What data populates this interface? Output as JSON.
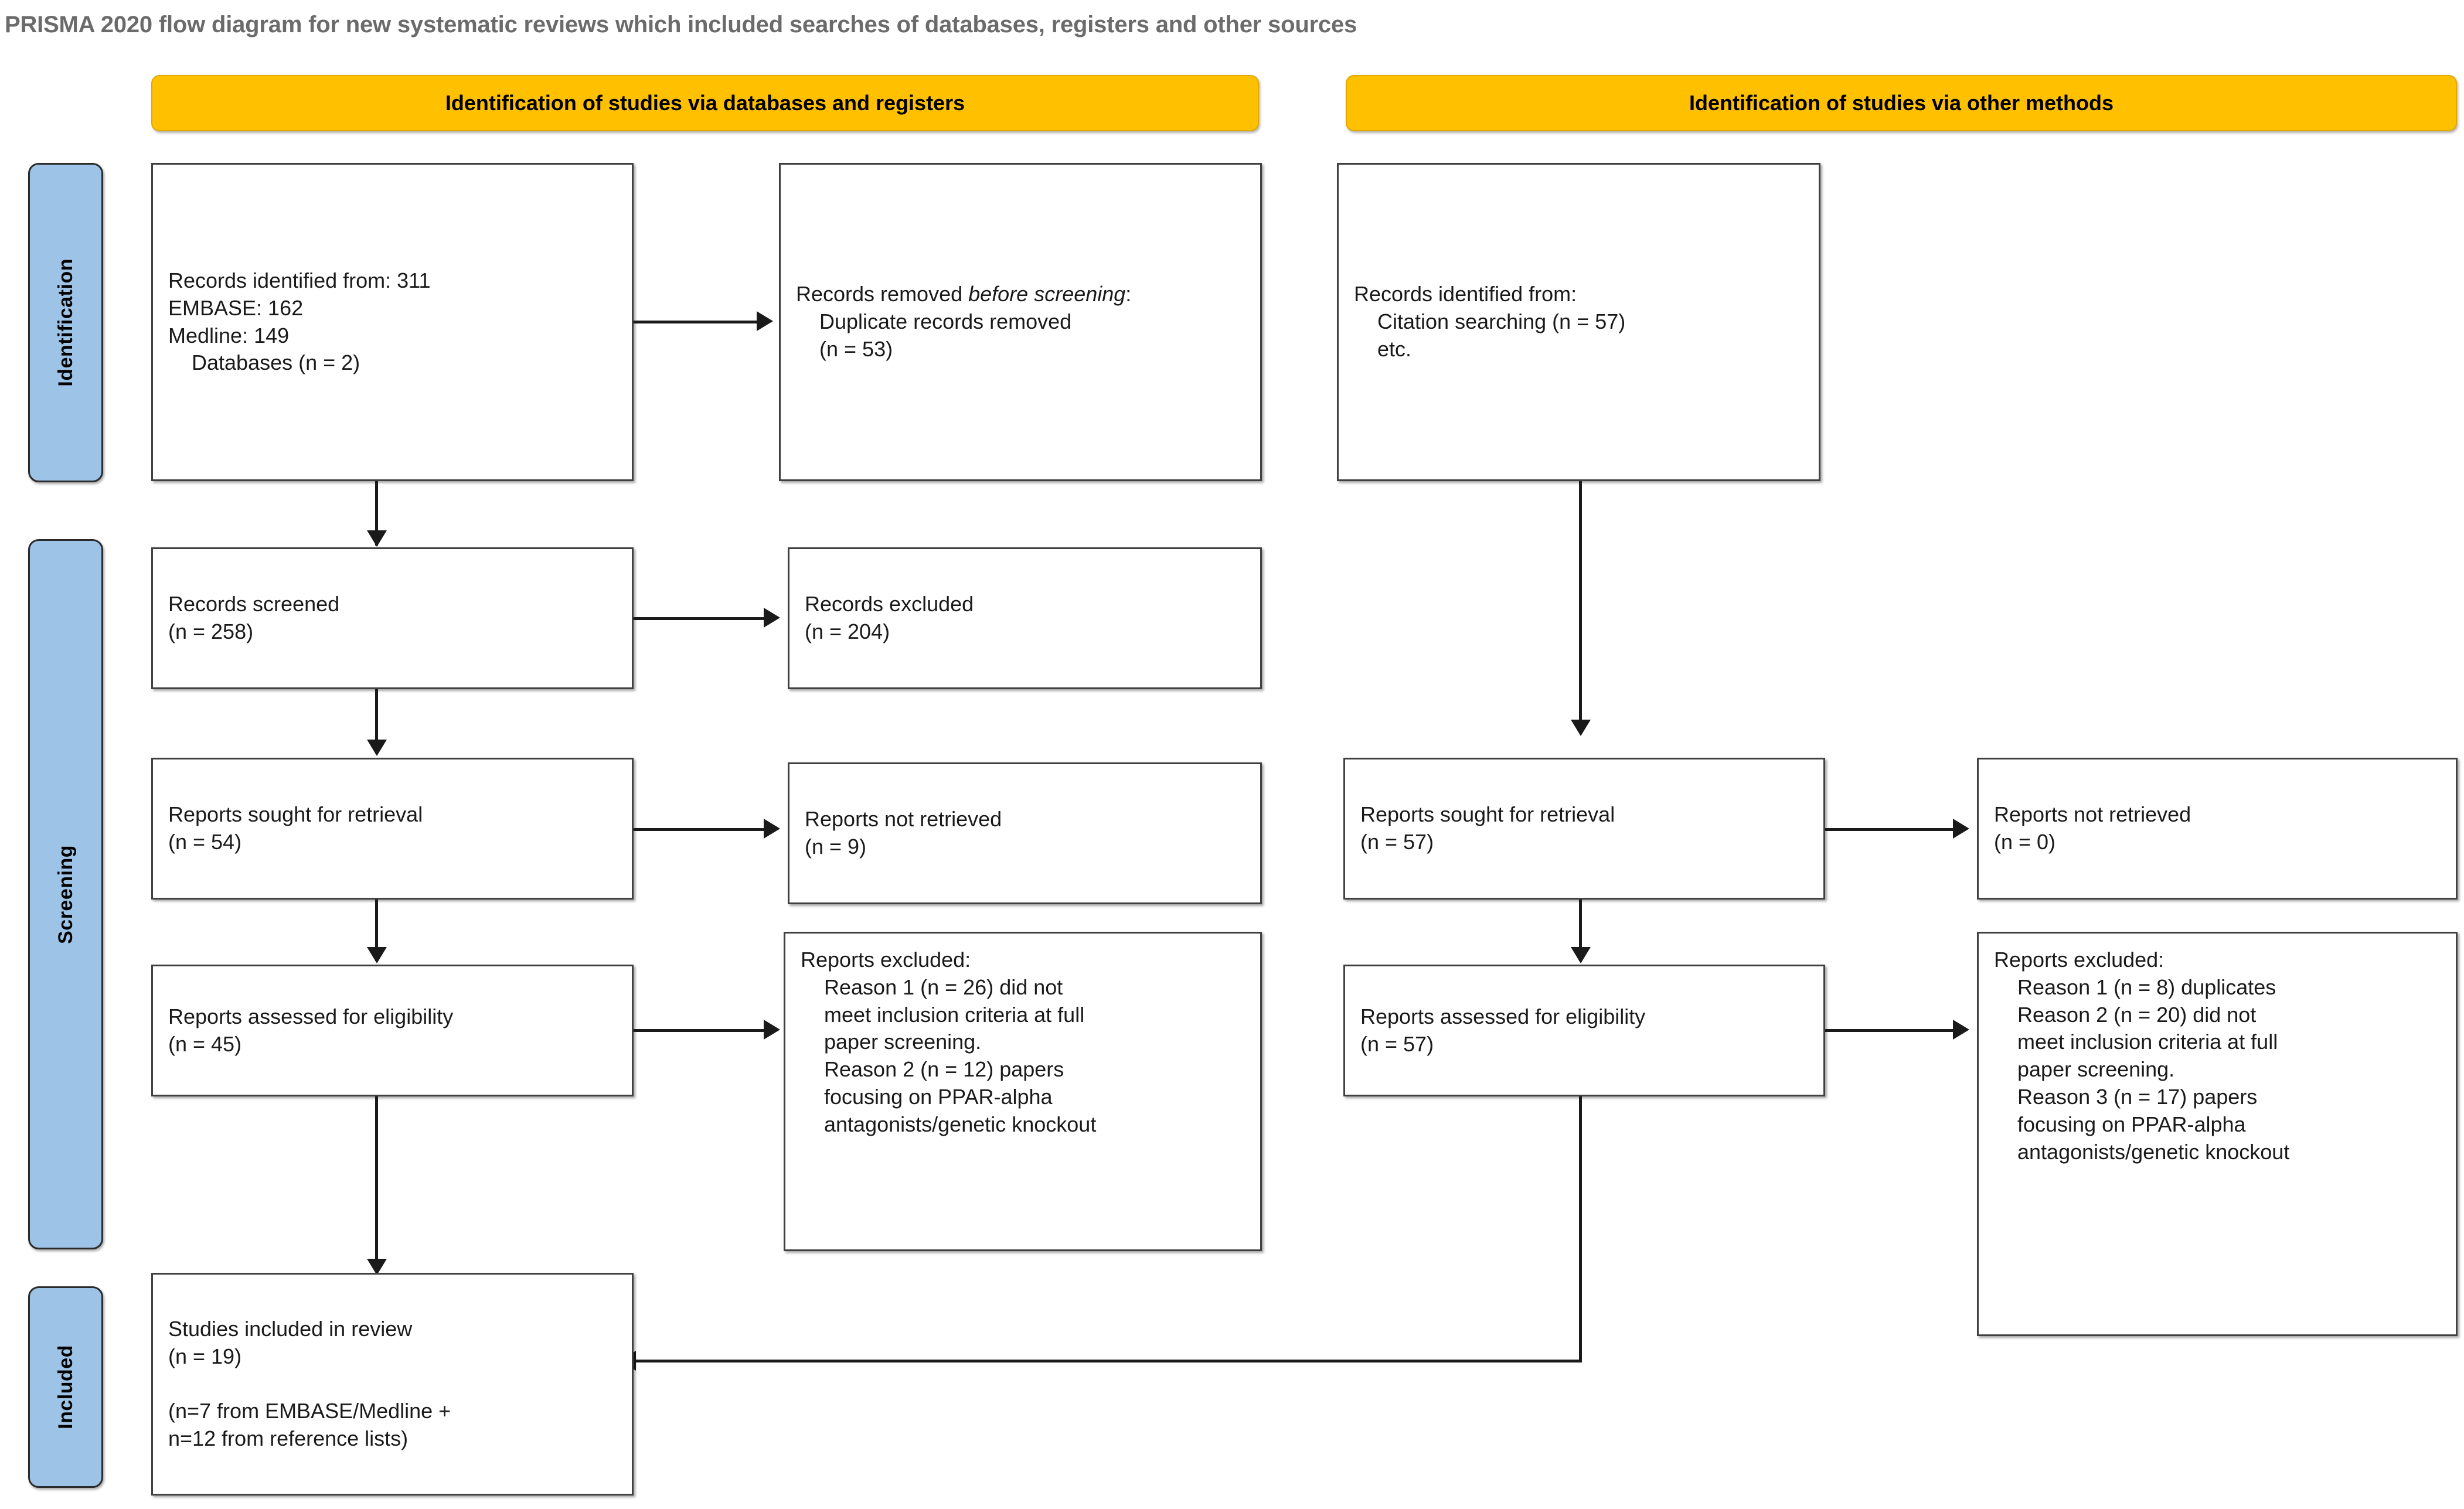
{
  "title": "PRISMA 2020 flow diagram for new systematic reviews which included searches of databases, registers and other sources",
  "columns": {
    "left_header": "Identification of studies via databases and registers",
    "right_header": "Identification of studies via other methods"
  },
  "phases": [
    {
      "label": "Identification"
    },
    {
      "label": "Screening"
    },
    {
      "label": "Included"
    }
  ],
  "colors": {
    "stage_bar": "#FFC000",
    "phase_label": "#9DC3E6",
    "box_border": "#404040",
    "connector": "#1a1a1a",
    "title_text": "#6b6b6b"
  },
  "boxes": {
    "records_identified_db": "Records identified from: 311\nEMBASE: 162\nMedline: 149\n    Databases (n = 2)",
    "records_removed_pre1": "Records removed ",
    "records_removed_ital": "before screening",
    "records_removed_pre2": ":\n    Duplicate records removed\n    (n = 53)",
    "records_identified_other": "Records identified from:\n    Citation searching (n = 57)\n    etc.",
    "records_screened": "Records screened\n(n = 258)",
    "records_excluded": "Records excluded\n(n = 204)",
    "reports_sought_left": "Reports sought for retrieval\n(n = 54)",
    "reports_not_retrieved_left": "Reports not retrieved\n(n = 9)",
    "reports_sought_right": "Reports sought for retrieval\n(n = 57)",
    "reports_not_retrieved_right": "Reports not retrieved\n(n = 0)",
    "reports_assessed_left": "Reports assessed for eligibility\n(n = 45)",
    "reports_excluded_left": "Reports excluded:\n    Reason 1 (n = 26) did not\n    meet inclusion criteria at full\n    paper screening.\n    Reason 2 (n = 12) papers\n    focusing on PPAR-alpha\n    antagonists/genetic knockout",
    "reports_assessed_right": "Reports assessed for eligibility\n(n = 57)",
    "reports_excluded_right": "Reports excluded:\n    Reason 1 (n = 8) duplicates\n    Reason 2 (n = 20) did not\n    meet inclusion criteria at full\n    paper screening.\n    Reason 3 (n = 17) papers\n    focusing on PPAR-alpha\n    antagonists/genetic knockout",
    "studies_included": "Studies included in review\n(n = 19)\n\n(n=7 from EMBASE/Medline +\nn=12 from reference lists)"
  },
  "chart_data": {
    "type": "table",
    "title": "PRISMA 2020 flow diagram for new systematic reviews which included searches of databases, registers and other sources",
    "identification_databases": {
      "records_identified_total": 311,
      "embase": 162,
      "medline": 149,
      "databases_n": 2,
      "duplicate_records_removed": 53
    },
    "identification_other": {
      "citation_searching": 57
    },
    "screening_databases": {
      "records_screened": 258,
      "records_excluded": 204,
      "reports_sought_for_retrieval": 54,
      "reports_not_retrieved": 9,
      "reports_assessed_for_eligibility": 45,
      "reports_excluded_reasons": [
        {
          "reason": "Reason 1 did not meet inclusion criteria at full paper screening.",
          "n": 26
        },
        {
          "reason": "Reason 2 papers focusing on PPAR-alpha antagonists/genetic knockout",
          "n": 12
        }
      ]
    },
    "screening_other": {
      "reports_sought_for_retrieval": 57,
      "reports_not_retrieved": 0,
      "reports_assessed_for_eligibility": 57,
      "reports_excluded_reasons": [
        {
          "reason": "Reason 1 duplicates",
          "n": 8
        },
        {
          "reason": "Reason 2 did not meet inclusion criteria at full paper screening.",
          "n": 20
        },
        {
          "reason": "Reason 3 papers focusing on PPAR-alpha antagonists/genetic knockout",
          "n": 17
        }
      ]
    },
    "included": {
      "studies_included_in_review": 19,
      "from_embase_medline": 7,
      "from_reference_lists": 12
    }
  }
}
